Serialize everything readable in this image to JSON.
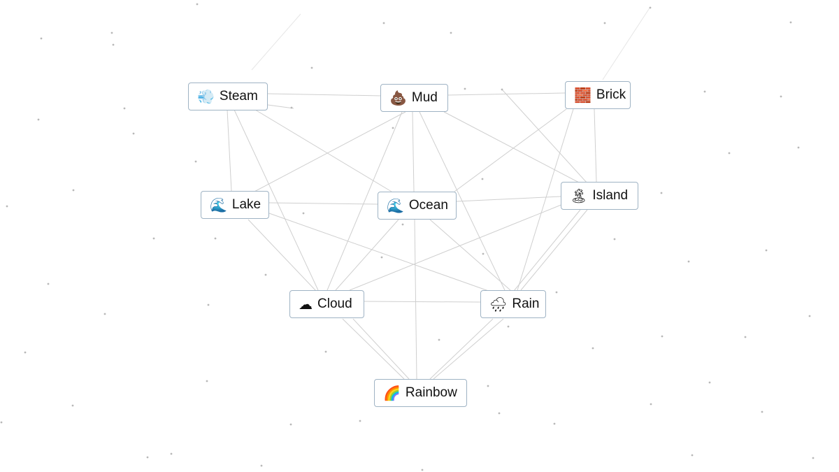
{
  "items": [
    {
      "id": "steam",
      "label": "Steam",
      "emoji": "💨"
    },
    {
      "id": "mud",
      "label": "Mud",
      "emoji": "💩"
    },
    {
      "id": "brick",
      "label": "Brick",
      "emoji": "🧱"
    },
    {
      "id": "lake",
      "label": "Lake",
      "emoji": "🌊"
    },
    {
      "id": "ocean",
      "label": "Ocean",
      "emoji": "🌊"
    },
    {
      "id": "island",
      "label": "Island",
      "emoji": "🏝"
    },
    {
      "id": "cloud",
      "label": "Cloud",
      "emoji": "☁"
    },
    {
      "id": "rain",
      "label": "Rain",
      "emoji": "🌧"
    },
    {
      "id": "rainbow",
      "label": "Rainbow",
      "emoji": "🌈"
    }
  ],
  "icons": {
    "steam": "wind-icon",
    "mud": "poop-icon",
    "brick": "brick-icon",
    "lake": "wave-icon",
    "ocean": "wave-icon",
    "island": "island-icon",
    "cloud": "cloud-icon",
    "rain": "rain-cloud-icon",
    "rainbow": "rainbow-icon"
  }
}
